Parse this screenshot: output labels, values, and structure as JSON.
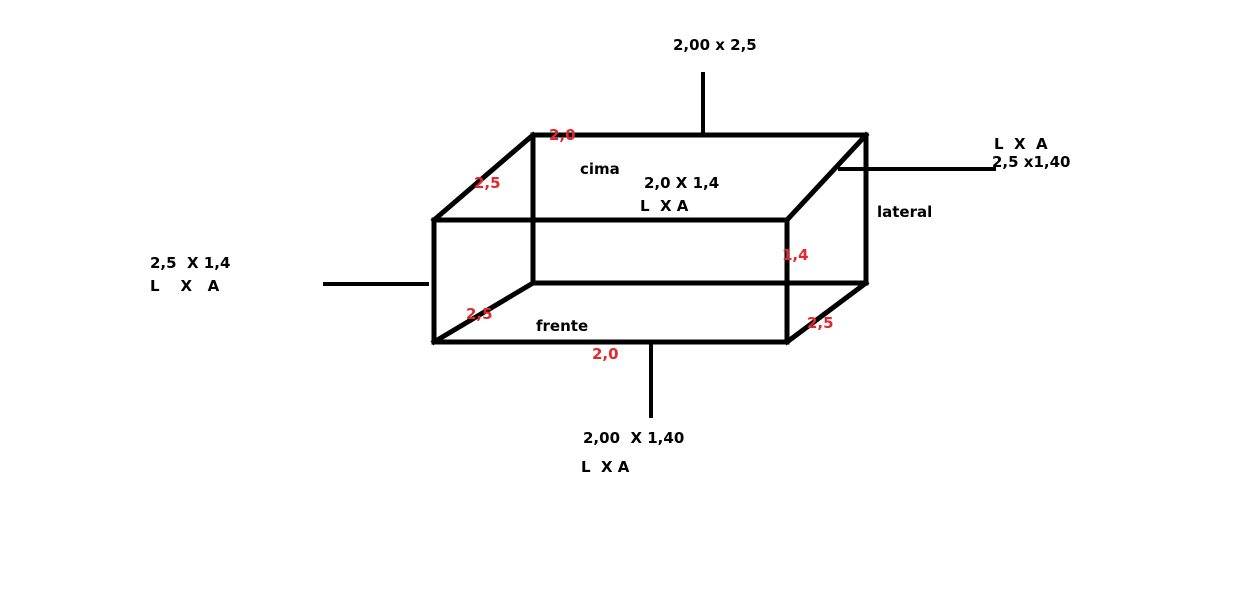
{
  "colors": {
    "background": "#ffffff",
    "edges": "#000000",
    "face_labels": "#000000",
    "edge_dimension_labels": "#e0282d"
  },
  "face_labels": {
    "top": "cima",
    "side": "lateral",
    "front": "frente"
  },
  "callouts": {
    "top_outer": {
      "dims": "2,00 x 2,5"
    },
    "top_inner": {
      "dims": "2,0 X 1,4",
      "legend": "L  X A"
    },
    "right": {
      "legend": "L  X  A",
      "dims": "2,5 x1,40"
    },
    "left": {
      "dims": "2,5  X 1,4",
      "legend": "L    X   A"
    },
    "bottom": {
      "dims": "2,00  X 1,40",
      "legend": "L  X A"
    }
  },
  "edge_dimensions": {
    "back_top": "2,0",
    "left_top_depth": "2,5",
    "front_right_height": "1,4",
    "left_bottom_depth": "2,5",
    "front_bottom": "2,0",
    "right_bottom_depth": "2,5"
  }
}
